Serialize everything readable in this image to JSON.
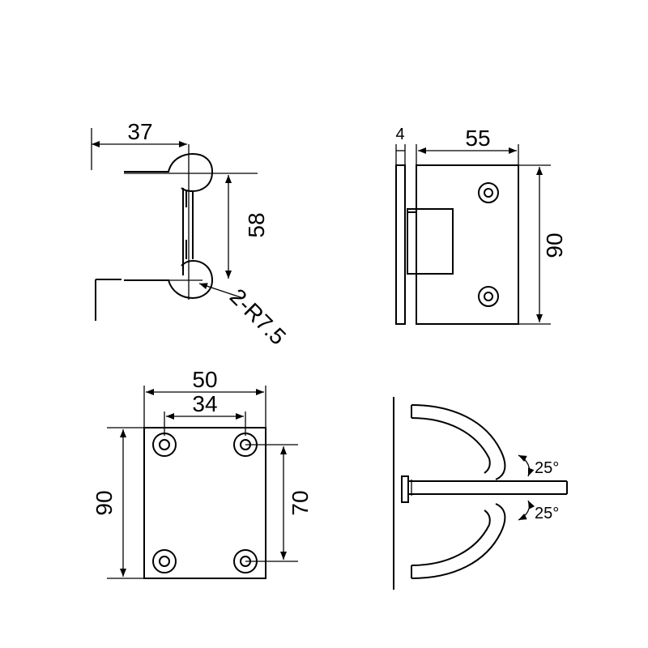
{
  "views": {
    "top_left": {
      "width_dim": "37",
      "center_dim": "58",
      "radius_note": "2-R7.5"
    },
    "top_right": {
      "plate_thickness_dim": "4",
      "body_width_dim": "55",
      "height_dim": "90"
    },
    "bottom_left": {
      "plate_width_dim": "50",
      "hole_spacing_x_dim": "34",
      "plate_height_dim": "90",
      "hole_spacing_y_dim": "70"
    },
    "bottom_right": {
      "angle_upper": "25°",
      "angle_lower": "25°"
    }
  }
}
